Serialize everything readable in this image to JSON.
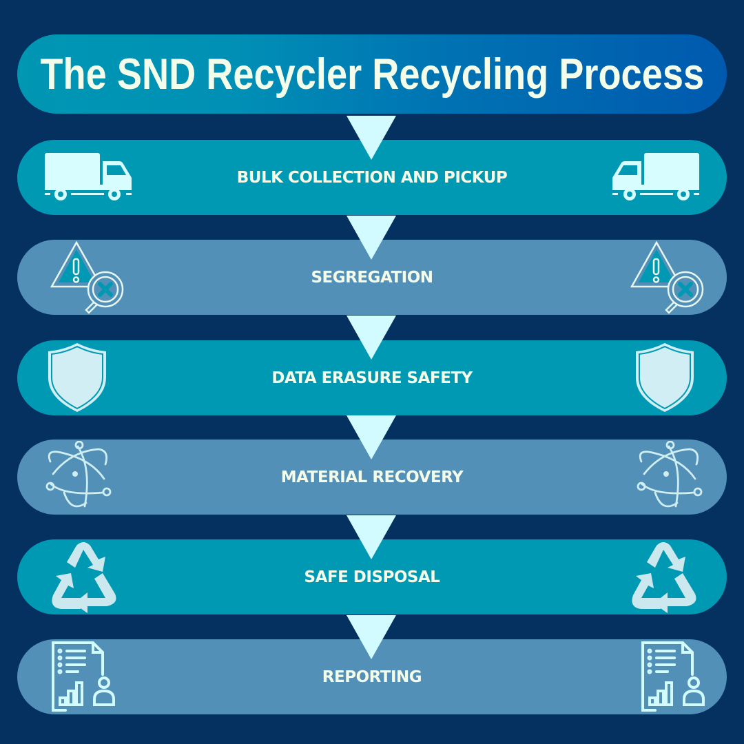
{
  "title": "The SND Recycler Recycling Process",
  "steps": [
    {
      "label": "BULK COLLECTION AND PICKUP",
      "icon": "truck-icon"
    },
    {
      "label": "SEGREGATION",
      "icon": "warning-search-icon"
    },
    {
      "label": "DATA ERASURE SAFETY",
      "icon": "shield-icon"
    },
    {
      "label": "MATERIAL RECOVERY",
      "icon": "atom-icon"
    },
    {
      "label": "SAFE DISPOSAL",
      "icon": "recycle-icon"
    },
    {
      "label": "REPORTING",
      "icon": "report-icon"
    }
  ],
  "colors": {
    "background": "#04315f",
    "teal": "#0099b4",
    "steel": "#5290b8",
    "arrow": "#d2fbff",
    "text": "#f4fbe8"
  }
}
